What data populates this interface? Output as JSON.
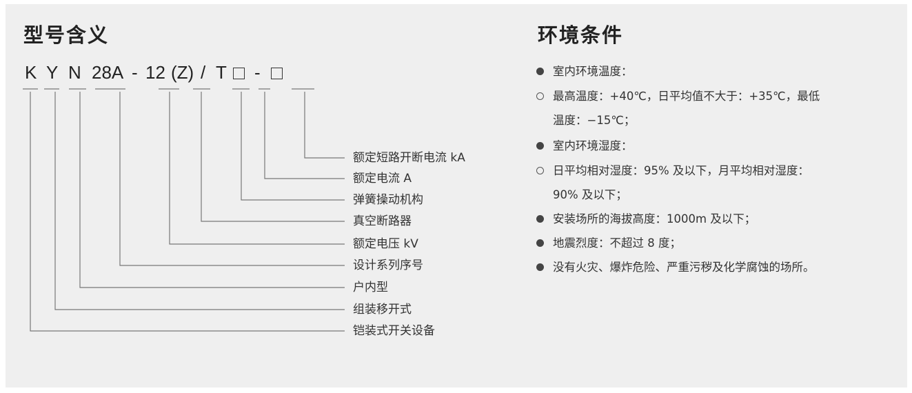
{
  "model_section": {
    "title": "型号含义",
    "code_parts": [
      "K",
      "Y",
      "N",
      "28A",
      "-",
      "12",
      "(Z)",
      "/",
      "T",
      "-"
    ],
    "meanings": [
      "额定短路开断电流 kA",
      "额定电流 A",
      "弹簧操动机构",
      "真空断路器",
      "额定电压 kV",
      "设计系列序号",
      "户内型",
      "组装移开式",
      "铠装式开关设备"
    ]
  },
  "env_section": {
    "title": "环境条件",
    "items": [
      {
        "bullet": "filled",
        "lines": [
          "室内环境温度："
        ]
      },
      {
        "bullet": "hollow",
        "lines": [
          "最高温度：+40℃，日平均值不大于：+35℃，最低",
          "温度：−15℃；"
        ]
      },
      {
        "bullet": "filled",
        "lines": [
          "室内环境湿度："
        ]
      },
      {
        "bullet": "hollow",
        "lines": [
          "日平均相对湿度：95% 及以下，月平均相对湿度：",
          "90% 及以下；"
        ]
      },
      {
        "bullet": "filled",
        "lines": [
          "安装场所的海拔高度：1000m 及以下；"
        ]
      },
      {
        "bullet": "filled",
        "lines": [
          "地震烈度：不超过 8 度；"
        ]
      },
      {
        "bullet": "filled",
        "lines": [
          "没有火灾、爆炸危险、严重污秽及化学腐蚀的场所。"
        ]
      }
    ]
  },
  "colors": {
    "panel_background": "#efefef",
    "text": "#333333",
    "lines": "#777777"
  }
}
